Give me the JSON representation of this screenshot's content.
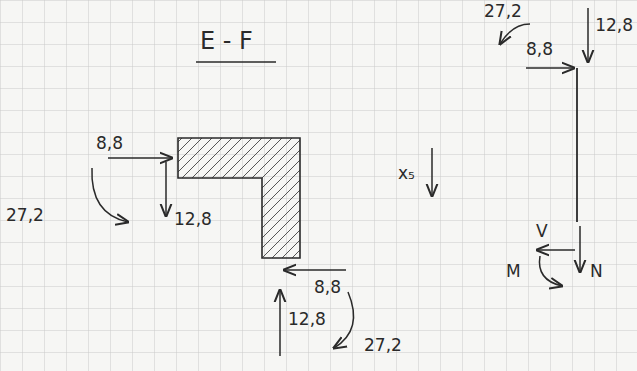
{
  "diagram": {
    "title": "E - F",
    "labels": [
      "27,2",
      "8,8",
      "12,8",
      "8,8",
      "27,2",
      "12,8",
      "x₅",
      "V",
      "M",
      "N",
      "8,8",
      "12,8",
      "27,2"
    ]
  }
}
